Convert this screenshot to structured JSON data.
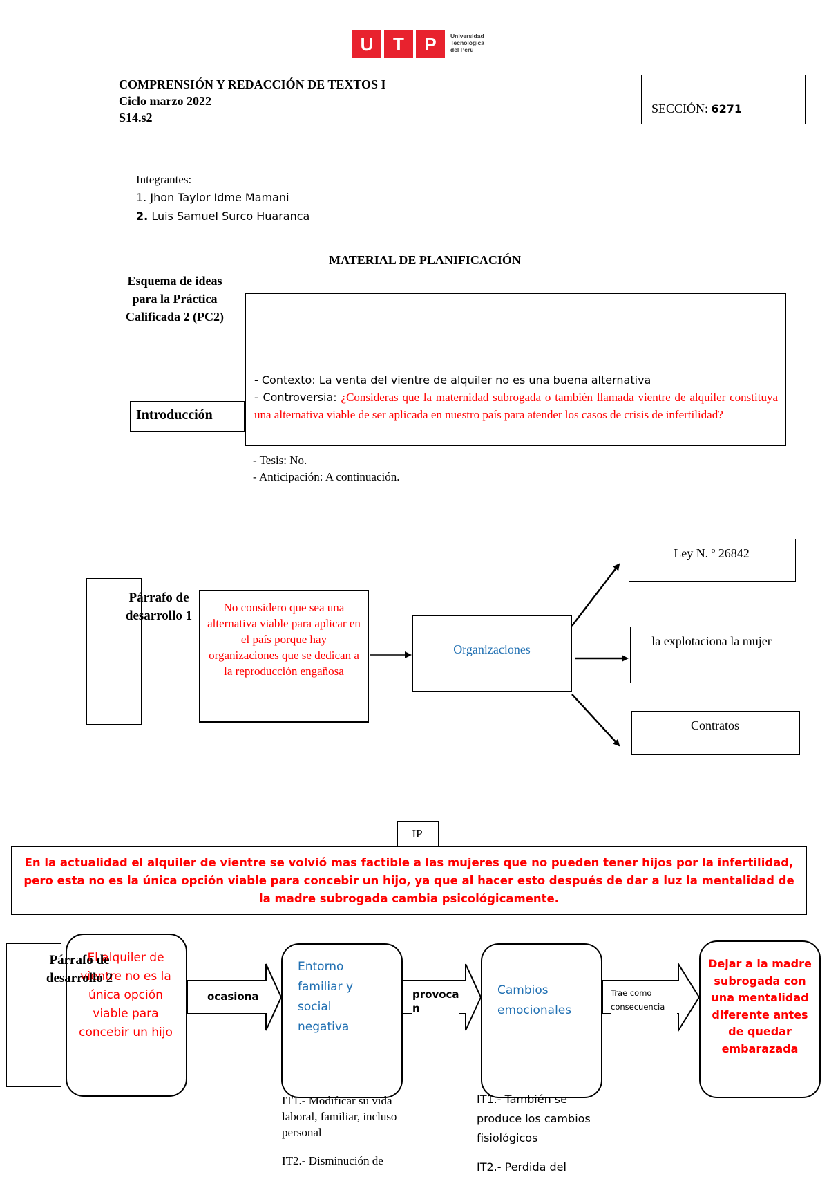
{
  "logo": {
    "letters": [
      "U",
      "T",
      "P"
    ],
    "university_line1": "Universidad",
    "university_line2": "Tecnológica",
    "university_line3": "del Perú",
    "brand_color": "#e8222e"
  },
  "header": {
    "course": "COMPRENSIÓN Y REDACCIÓN DE TEXTOS I",
    "cycle": "Ciclo marzo 2022",
    "session": "S14.s2",
    "section_label": "SECCIÓN:",
    "section_value": "6271"
  },
  "members": {
    "title": "Integrantes:",
    "list": [
      "Jhon Taylor Idme Mamani",
      "Luis Samuel Surco Huaranca"
    ],
    "numbers": [
      "1.",
      "2."
    ]
  },
  "planning": {
    "title": "MATERIAL DE PLANIFICACIÓN",
    "scheme_title": "Esquema de ideas para la Práctica Calificada 2 (PC2)"
  },
  "intro": {
    "label": "Introducción",
    "context": "- Contexto: La venta del vientre de alquiler no es una buena alternativa",
    "controversy_label": "- Controversia:",
    "controversy_text": "¿Consideras que la maternidad subrogada o también llamada vientre de alquiler constituya una alternativa viable de ser aplicada en nuestro país para atender los casos de crisis de infertilidad?",
    "thesis": "- Tesis: No.",
    "anticipation": "- Anticipación: A continuación."
  },
  "dev1": {
    "label_line1": "Párrafo de",
    "label_line2": "desarrollo 1",
    "main_idea": "No considero que sea una alternativa viable para aplicar en el país porque hay organizaciones que se dedican a la reproducción engañosa",
    "center": "Organizaciones",
    "branch1": "Ley N. º 26842",
    "branch2": "la explotaciona la mujer",
    "branch3": "Contratos"
  },
  "ip": {
    "label": "IP",
    "text": "En la actualidad el alquiler de vientre se volvió mas factible a las mujeres que no pueden tener hijos por la infertilidad, pero esta no es la única opción viable para concebir un hijo, ya que al hacer esto después de dar a luz la mentalidad de la madre subrogada cambia psicológicamente."
  },
  "dev2": {
    "label_line1": "Párrafo de",
    "label_line2": "desarrollo 2",
    "box1": "El alquiler de vientre no es la única opción viable para concebir un hijo",
    "arrow1": "ocasiona",
    "box2": "Entorno familiar y social negativa",
    "arrow2_line1": "provoca",
    "arrow2_line2": "n",
    "box3": "Cambios emocionales",
    "arrow3": "Trae como consecuencia",
    "box4": "Dejar a la madre subrogada con una mentalidad diferente antes de quedar embarazada",
    "it_left_1": "IT1.- Modificar su vida laboral, familiar, incluso personal",
    "it_left_2": "IT2.- Disminución de",
    "it_right_1": "IT1.- También se produce los cambios fisiológicos",
    "it_right_2": "IT2.- Perdida del"
  }
}
